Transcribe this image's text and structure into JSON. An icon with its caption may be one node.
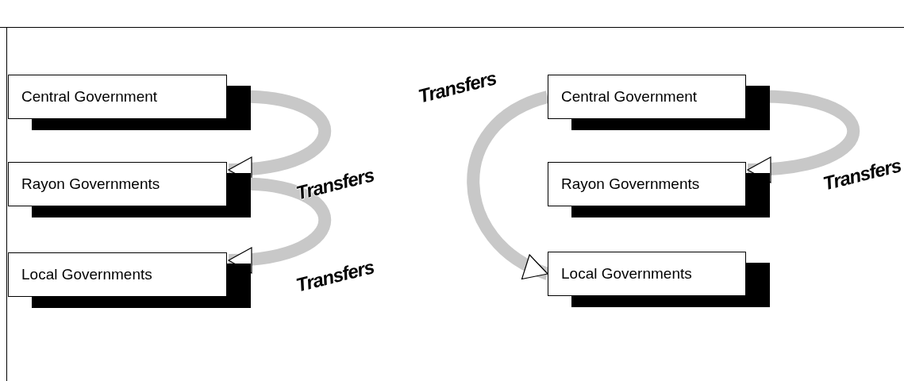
{
  "diagram": {
    "nodes": [
      {
        "text": [
          "Central Government"
        ]
      },
      {
        "text": [
          "Rayon Governments"
        ]
      },
      {
        "text": [
          "Local Governments"
        ]
      },
      {
        "text": [
          "Central Government"
        ]
      },
      {
        "text": [
          "Rayon Governments"
        ]
      },
      {
        "text": [
          "Local Governments"
        ]
      }
    ],
    "edges": [
      {
        "from": 0,
        "to": 1,
        "arrow": "to",
        "label": "Transfers"
      },
      {
        "from": 1,
        "to": 2,
        "arrow": "to",
        "label": "Transfers"
      },
      {
        "from": 3,
        "to": 4,
        "arrow": "to",
        "label": "Transfers"
      },
      {
        "from": 3,
        "to": 5,
        "arrow": "to",
        "label": "Transfers"
      }
    ]
  }
}
